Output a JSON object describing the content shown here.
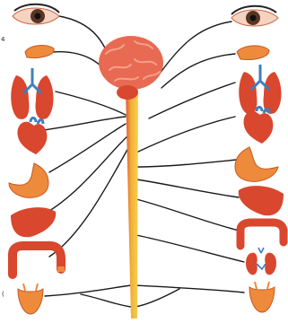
{
  "margin_marks": {
    "top_left": "4",
    "bottom_left": "("
  },
  "colors": {
    "brain": "#e86a52",
    "brain_fold": "#f5a08a",
    "cord_gold": "#f2b233",
    "cord_red": "#e0533a",
    "organ_red": "#d9472e",
    "organ_orange": "#ee8a3c",
    "lung_blue": "#3d7fc1",
    "eye_iris": "#5a3524",
    "nerve": "#1a1a1a"
  },
  "left_organs": [
    "eye",
    "salivary-gland",
    "lungs",
    "heart",
    "stomach",
    "liver",
    "intestine",
    "bladder"
  ],
  "right_organs": [
    "eye",
    "salivary-gland",
    "lungs",
    "heart",
    "stomach",
    "liver",
    "intestine",
    "kidneys",
    "bladder"
  ]
}
